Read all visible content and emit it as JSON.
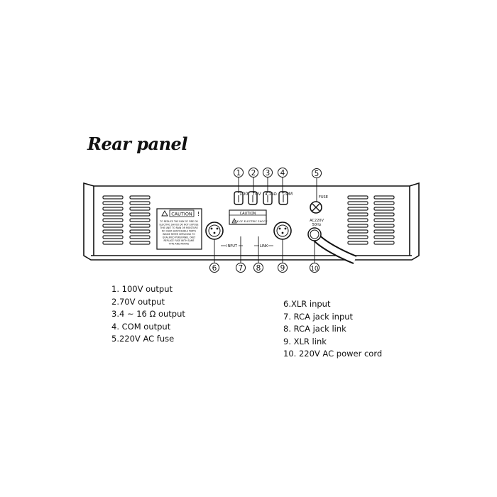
{
  "title": "Rear panel",
  "callouts": [
    "1",
    "2",
    "3",
    "4",
    "5",
    "6",
    "7",
    "8",
    "9",
    "10"
  ],
  "panel_labels": {
    "terminal_1": "100V",
    "terminal_2": "70V",
    "terminal_3": "4-16Ω",
    "terminal_4": "COM",
    "fuse": "FUSE",
    "ac_1": "AC220V",
    "ac_2": "50Hz",
    "input": "INPUT",
    "link": "LINK"
  },
  "caution_big": {
    "title": "CAUTION",
    "lines": [
      "TO REDUCE THE RISK OF FIRE OR",
      "ELECTRIC SHOCK DO NOT EXPOSE",
      "THIS UNIT TO RAIN OR MOISTURE",
      "NO USER SERVICEABLE PARTS",
      "INSIDE REFER SERVICING TO",
      "QUALIFIED PERSONNEL ONLY",
      "REPLACE FUSE WITH SAME",
      "TYPE AND RATING"
    ]
  },
  "caution_small": {
    "title": "CAUTION",
    "text": "RISK OF ELECTRIC SHOCK"
  },
  "legend_left": [
    "1. 100V output",
    "2.70V output",
    "3.4 ~ 16 Ω  output",
    "4. COM output",
    "5.220V AC fuse"
  ],
  "legend_right": [
    "6.XLR input",
    "7. RCA jack input",
    "8. RCA jack link",
    "9. XLR link",
    "10. 220V AC power cord"
  ]
}
